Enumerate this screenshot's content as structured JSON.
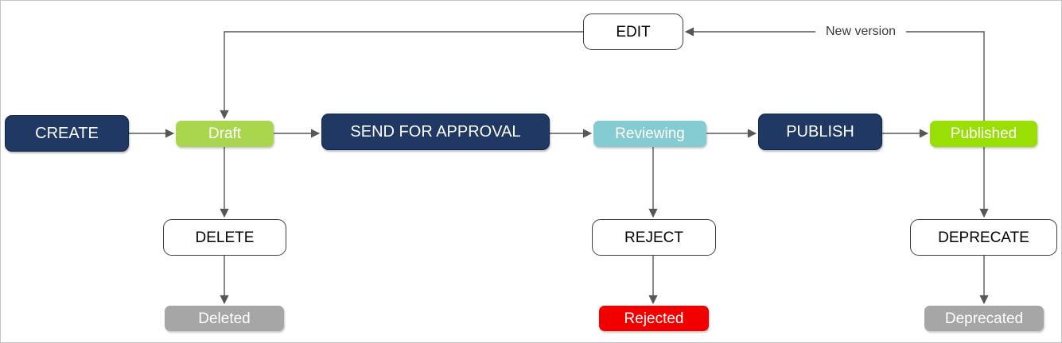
{
  "diagram": {
    "type": "flowchart",
    "nodes": {
      "create": {
        "label": "CREATE",
        "kind": "command",
        "fill": "#1F3864",
        "text_color": "#FFFFFF"
      },
      "draft": {
        "label": "Draft",
        "kind": "state",
        "fill": "#A9D64C",
        "text_color": "#FFFFFF"
      },
      "send_for_approval": {
        "label": "SEND FOR APPROVAL",
        "kind": "command",
        "fill": "#1F3864",
        "text_color": "#FFFFFF"
      },
      "reviewing": {
        "label": "Reviewing",
        "kind": "state",
        "fill": "#85CBD2",
        "text_color": "#FFFFFF"
      },
      "publish": {
        "label": "PUBLISH",
        "kind": "command",
        "fill": "#1F3864",
        "text_color": "#FFFFFF"
      },
      "published": {
        "label": "Published",
        "kind": "state",
        "fill": "#99DF05",
        "text_color": "#FFFFFF"
      },
      "edit": {
        "label": "EDIT",
        "kind": "action",
        "fill": "#FFFFFF",
        "text_color": "#000000"
      },
      "delete": {
        "label": "DELETE",
        "kind": "action",
        "fill": "#FFFFFF",
        "text_color": "#000000"
      },
      "deleted": {
        "label": "Deleted",
        "kind": "terminal-state",
        "fill": "#A6A6A6",
        "text_color": "#FFFFFF"
      },
      "reject": {
        "label": "REJECT",
        "kind": "action",
        "fill": "#FFFFFF",
        "text_color": "#000000"
      },
      "rejected": {
        "label": "Rejected",
        "kind": "terminal-state",
        "fill": "#F20000",
        "text_color": "#FFFFFF"
      },
      "deprecate": {
        "label": "DEPRECATE",
        "kind": "action",
        "fill": "#FFFFFF",
        "text_color": "#000000"
      },
      "deprecated": {
        "label": "Deprecated",
        "kind": "terminal-state",
        "fill": "#A6A6A6",
        "text_color": "#FFFFFF"
      }
    },
    "edges": [
      {
        "from": "CREATE",
        "to": "Draft"
      },
      {
        "from": "Draft",
        "to": "SEND FOR APPROVAL"
      },
      {
        "from": "SEND FOR APPROVAL",
        "to": "Reviewing"
      },
      {
        "from": "Reviewing",
        "to": "PUBLISH"
      },
      {
        "from": "PUBLISH",
        "to": "Published"
      },
      {
        "from": "Draft",
        "to": "DELETE"
      },
      {
        "from": "DELETE",
        "to": "Deleted"
      },
      {
        "from": "Reviewing",
        "to": "REJECT"
      },
      {
        "from": "REJECT",
        "to": "Rejected"
      },
      {
        "from": "Published",
        "to": "DEPRECATE"
      },
      {
        "from": "DEPRECATE",
        "to": "Deprecated"
      },
      {
        "from": "Published",
        "to": "EDIT",
        "label": "New version"
      },
      {
        "from": "EDIT",
        "to": "Draft"
      }
    ],
    "edge_labels": {
      "new_version": "New version"
    },
    "colors": {
      "command_fill": "#1F3864",
      "command_border": "#122647",
      "draft_fill": "#A9D64C",
      "reviewing_fill": "#85CBD2",
      "published_fill": "#99DF05",
      "terminal_gray_fill": "#A6A6A6",
      "rejected_fill": "#F20000",
      "action_box_fill": "#FFFFFF",
      "action_box_border": "#3D3D3D",
      "edge_stroke": "#575757",
      "canvas_border": "#C4C4C4"
    }
  }
}
